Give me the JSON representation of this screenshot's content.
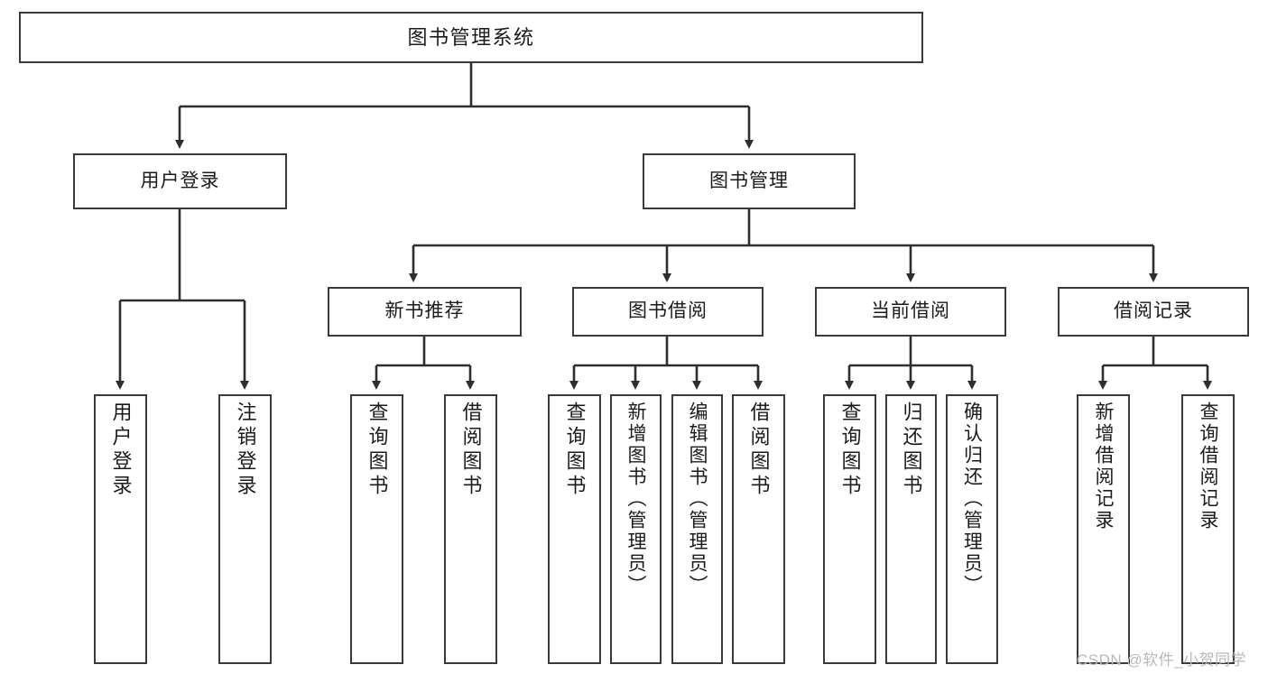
{
  "diagram": {
    "title": "图书管理系统",
    "type": "tree-hierarchy",
    "orientation": "top-down",
    "colors": {
      "box_border": "#3a3a3a",
      "box_fill": "#ffffff",
      "connector": "#2e2e2e",
      "text": "#1b1b1b",
      "watermark": "#b9b9b9",
      "background": "#ffffff"
    }
  },
  "root": {
    "label": "图书管理系统"
  },
  "level2": [
    {
      "label": "用户登录"
    },
    {
      "label": "图书管理"
    }
  ],
  "level3": [
    {
      "label": "新书推荐"
    },
    {
      "label": "图书借阅"
    },
    {
      "label": "当前借阅"
    },
    {
      "label": "借阅记录"
    }
  ],
  "leaves": {
    "user_login": [
      {
        "label": "用户登录"
      },
      {
        "label": "注销登录"
      }
    ],
    "new_book_recommend": [
      {
        "label": "查询图书"
      },
      {
        "label": "借阅图书"
      }
    ],
    "book_borrow": [
      {
        "label": "查询图书"
      },
      {
        "label": "新增图书（管理员）"
      },
      {
        "label": "编辑图书（管理员）"
      },
      {
        "label": "借阅图书"
      }
    ],
    "current_borrow": [
      {
        "label": "查询图书"
      },
      {
        "label": "归还图书"
      },
      {
        "label": "确认归还（管理员）"
      }
    ],
    "borrow_record": [
      {
        "label": "新增借阅记录"
      },
      {
        "label": "查询借阅记录"
      }
    ]
  },
  "watermark": {
    "text": "CSDN @软件_小贺同学"
  }
}
